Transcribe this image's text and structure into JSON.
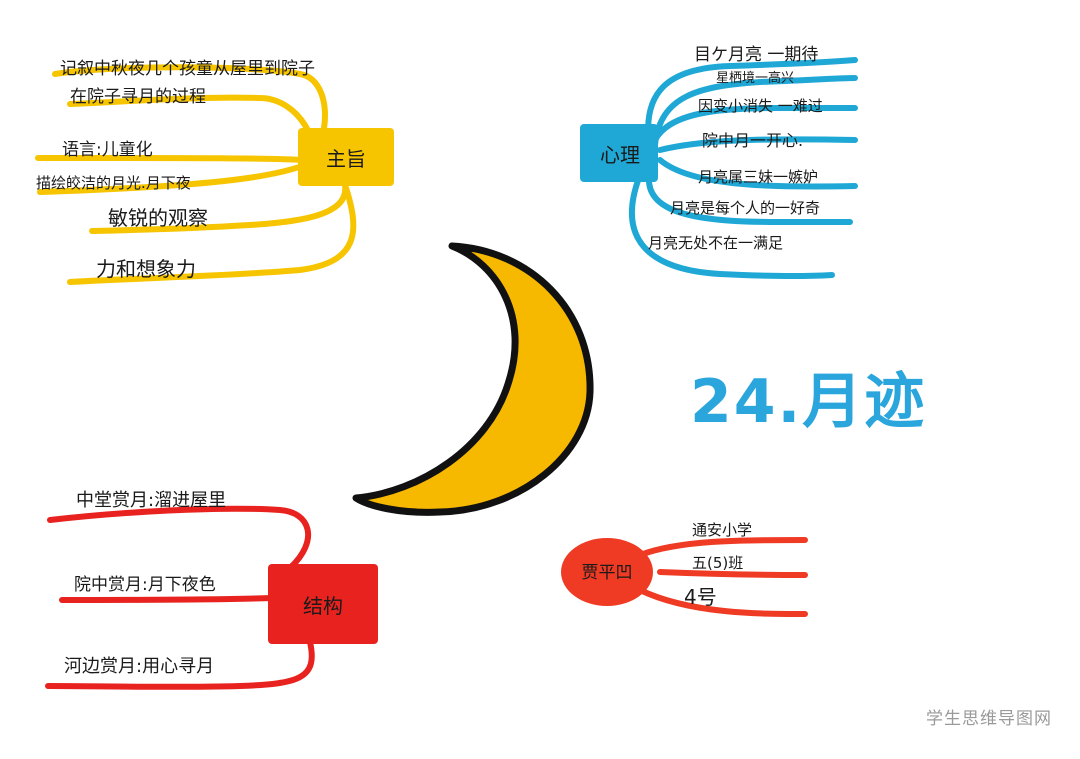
{
  "title": "24.月迹",
  "watermark": "学生思维导图网",
  "colors": {
    "yellow": "#f6c500",
    "blue": "#1fa8d6",
    "red": "#e8231f",
    "red_circle": "#ef3a24",
    "moon_fill": "#f7b800",
    "title": "#2aa6dc"
  },
  "branches": {
    "theme": {
      "label": "主旨",
      "items": [
        "记叙中秋夜几个孩童从屋里到院子",
        "在院子寻月的过程",
        "语言:儿童化",
        "描绘皎洁的月光.月下夜",
        "敏锐的观察",
        "力和想象力"
      ]
    },
    "psychology": {
      "label": "心理",
      "items": [
        "目ケ月亮 一期待",
        "星栖境一高兴",
        "因变小消失 一难过",
        "院中月一开心.",
        "月亮属三妹一嫉妒",
        "月亮是每个人的一好奇",
        "月亮无处不在一满足"
      ]
    },
    "structure": {
      "label": "结构",
      "items": [
        "中堂赏月:溜进屋里",
        "院中赏月:月下夜色",
        "河边赏月:用心寻月"
      ]
    },
    "author": {
      "label": "贾平凹",
      "items": [
        "通安小学",
        "五(5)班",
        "4号"
      ]
    }
  }
}
